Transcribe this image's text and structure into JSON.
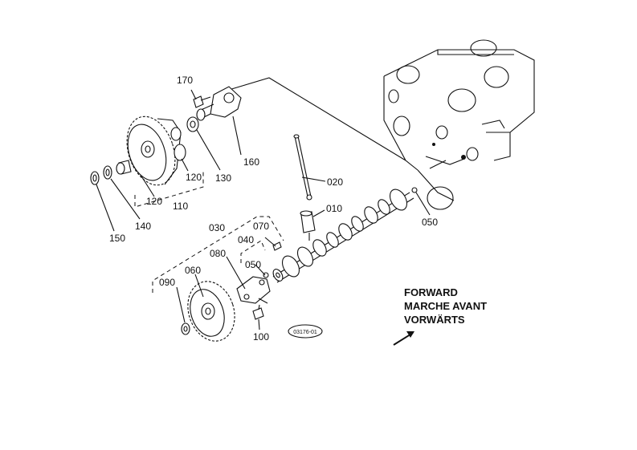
{
  "parts": {
    "p170": "170",
    "p160": "160",
    "p130": "130",
    "p120a": "120",
    "p120b": "120",
    "p110": "110",
    "p140": "140",
    "p150": "150",
    "p020": "020",
    "p010": "010",
    "p050a": "050",
    "p030": "030",
    "p070": "070",
    "p040": "040",
    "p080": "080",
    "p050b": "050",
    "p060": "060",
    "p090": "090",
    "p100": "100"
  },
  "direction": {
    "en": "FORWARD",
    "fr": "MARCHE AVANT",
    "de": "VORWÄRTS"
  },
  "ref_code": "03176-01"
}
